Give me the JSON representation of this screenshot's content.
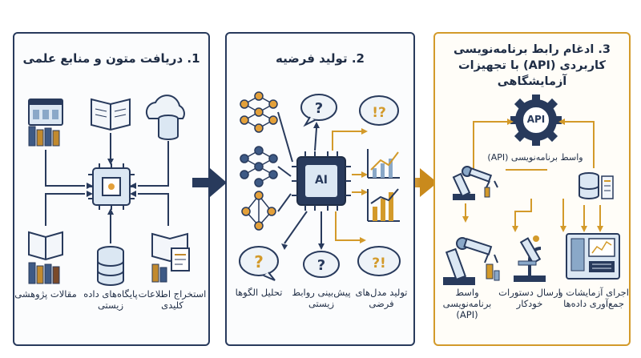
{
  "panels": [
    {
      "title": "1. دریافت متون و منابع علمی",
      "labels": {
        "articles": "مقالات پژوهشی",
        "databases": "پایگاه‌های داده زیستی",
        "extraction": "استخراج اطلاعات کلیدی"
      }
    },
    {
      "title": "2. تولید فرضیه",
      "labels": {
        "ai_chip": "AI",
        "pattern_analysis": "تحلیل الگوها",
        "prediction": "پیش‌بینی روابط زیستی",
        "models": "تولید مدل‌های فرضی"
      }
    },
    {
      "title": "3. ادغام رابط برنامه‌نویسی کاربردی (API) با تجهیزات آزمایشگاهی",
      "labels": {
        "api_badge": "API",
        "api_interface": "واسط برنامه‌نویسی (API)",
        "robot_api": "واسط برنامه‌نویسی (API)",
        "send_commands": "ارسال دستورات خودکار",
        "run_experiments": "اجرای آزمایشات و جمع‌آوری داده‌ها"
      }
    }
  ],
  "colors": {
    "navy": "#283a5c",
    "gold": "#d39a2a",
    "blue_light": "#dbe7f3",
    "node": "#e3a03a"
  }
}
